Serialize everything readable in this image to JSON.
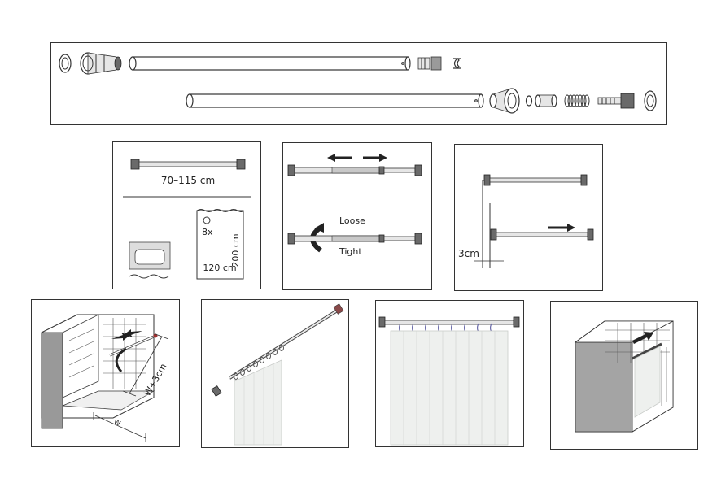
{
  "steps": {
    "size_range": "70–115 cm",
    "shower_curtain": {
      "count": "8x",
      "height": "200 cm",
      "width": "120 cm"
    },
    "adjust": {
      "loose_label": "Loose",
      "tight_label": "Tight"
    },
    "offset": {
      "gap_label": "3cm"
    },
    "install": {
      "width_label": "W",
      "width_plus_label": "W+3cm"
    }
  }
}
